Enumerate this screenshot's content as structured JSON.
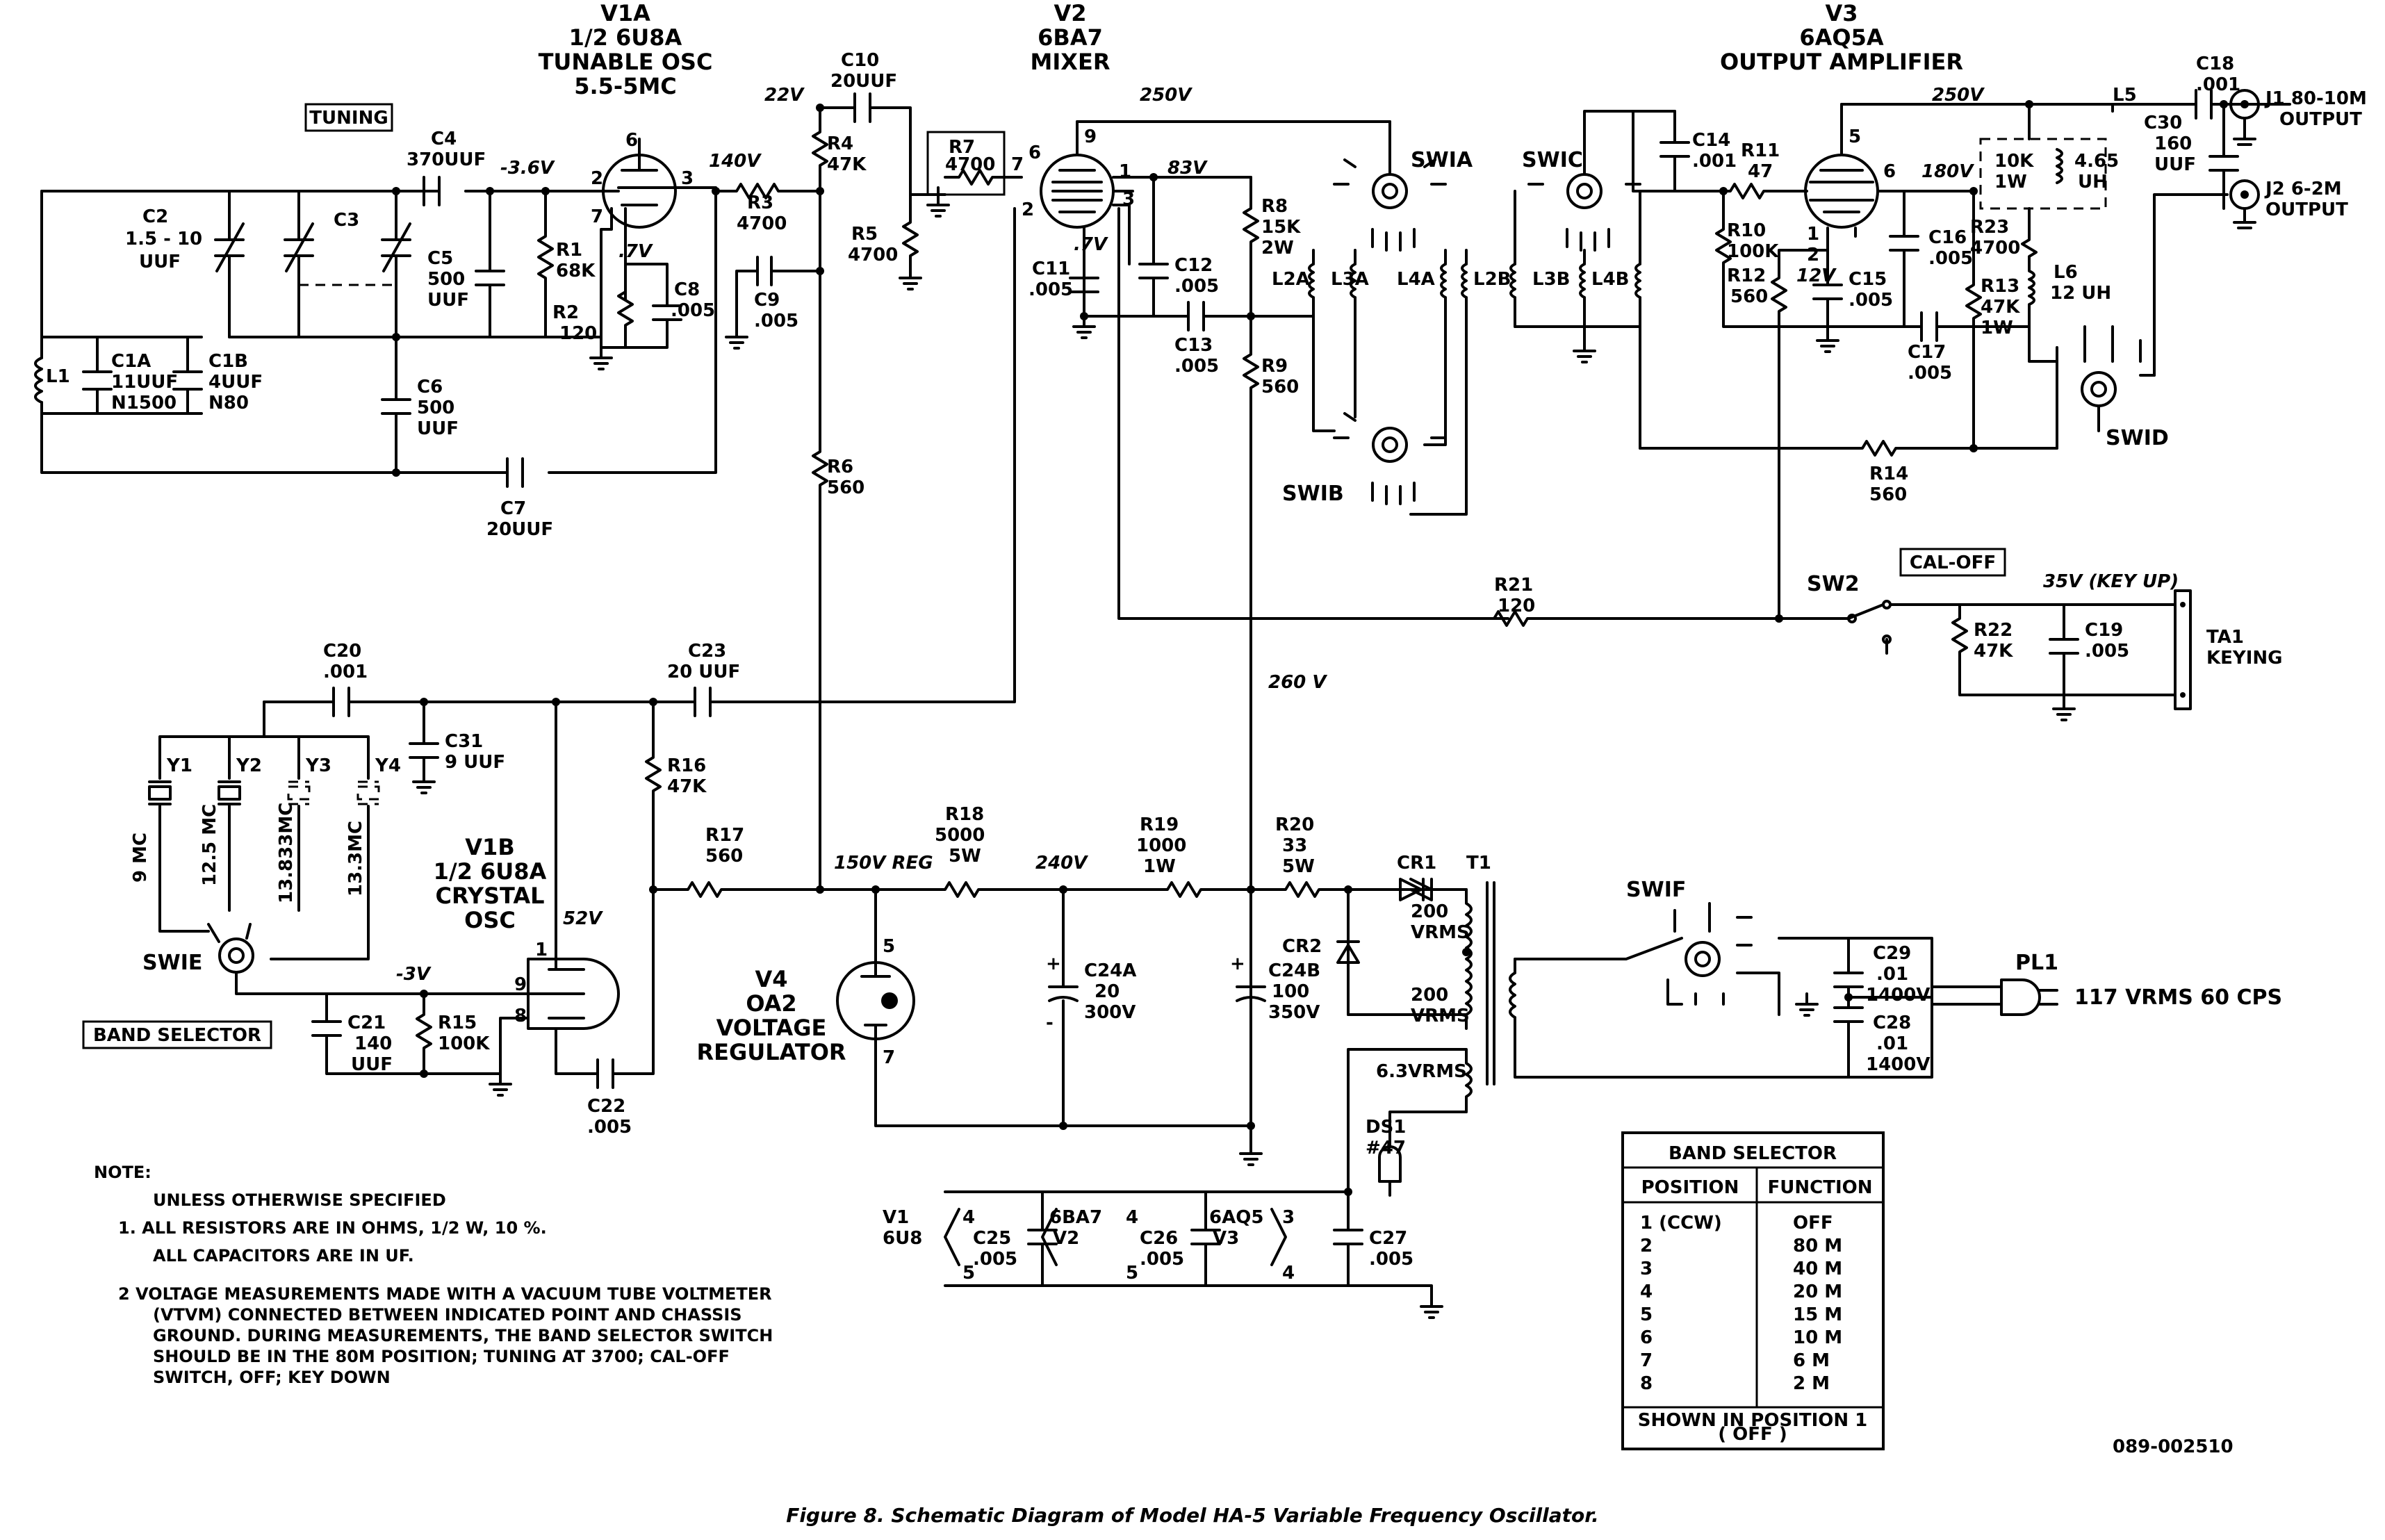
{
  "tubes": {
    "v1a": [
      "V1A",
      "1/2 6U8A",
      "TUNABLE OSC",
      "5.5-5MC"
    ],
    "v2": [
      "V2",
      "6BA7",
      "MIXER"
    ],
    "v3": [
      "V3",
      "6AQ5A",
      "OUTPUT AMPLIFIER"
    ],
    "v1b": [
      "V1B",
      "1/2 6U8A",
      "CRYSTAL",
      "OSC"
    ],
    "v4": [
      "V4",
      "OA2",
      "VOLTAGE",
      "REGULATOR"
    ]
  },
  "boxed_labels": {
    "tuning": "TUNING",
    "band_selector": "BAND SELECTOR",
    "cal_off": "CAL-OFF"
  },
  "components": {
    "c1a": [
      "C1A",
      "11UUF",
      "N1500"
    ],
    "c1b": [
      "C1B",
      "4UUF",
      "N80"
    ],
    "l1": [
      "L1"
    ],
    "c2": [
      "C2",
      "1.5 - 10",
      "UUF"
    ],
    "c3": [
      "C3"
    ],
    "c4": [
      "C4",
      "370UUF"
    ],
    "c5": [
      "C5",
      "500",
      "UUF"
    ],
    "c6": [
      "C6",
      "500",
      "UUF"
    ],
    "c7": [
      "C7",
      "20UUF"
    ],
    "r1": [
      "R1",
      "68K"
    ],
    "r2": [
      "R2",
      "120"
    ],
    "c8": [
      "C8",
      ".005"
    ],
    "r3": [
      "R3",
      "4700"
    ],
    "r4": [
      "R4",
      "47K"
    ],
    "c9": [
      "C9",
      ".005"
    ],
    "c10": [
      "C10",
      "20UUF"
    ],
    "r5": [
      "R5",
      "4700"
    ],
    "r6": [
      "R6",
      "560"
    ],
    "r7": [
      "R7",
      "4700"
    ],
    "c11": [
      "C11",
      ".005"
    ],
    "c12": [
      "C12",
      ".005"
    ],
    "c13": [
      "C13",
      ".005"
    ],
    "r8": [
      "R8",
      "15K",
      "2W"
    ],
    "r9": [
      "R9",
      "560"
    ],
    "l2a": [
      "L2A"
    ],
    "l3a": [
      "L3A"
    ],
    "l4a": [
      "L4A"
    ],
    "l2b": [
      "L2B"
    ],
    "l3b": [
      "L3B"
    ],
    "l4b": [
      "L4B"
    ],
    "c14": [
      "C14",
      ".001"
    ],
    "r11": [
      "R11",
      "47"
    ],
    "r10": [
      "R10",
      "100K"
    ],
    "r12": [
      "R12",
      "560"
    ],
    "c15": [
      "C15",
      ".005"
    ],
    "c16": [
      "C16",
      ".005"
    ],
    "c17": [
      "C17",
      ".005"
    ],
    "r13": [
      "R13",
      "47K",
      "1W"
    ],
    "r23": [
      "R23",
      "4700"
    ],
    "r14": [
      "R14",
      "560"
    ],
    "c18": [
      "C18",
      ".001"
    ],
    "c30": [
      "C30",
      "160",
      "UUF"
    ],
    "l5": [
      "L5"
    ],
    "l5res": [
      "10K",
      "1W"
    ],
    "l5ind": [
      "4.65",
      "UH"
    ],
    "l6": [
      "L6",
      "12 UH"
    ],
    "r21": [
      "R21",
      "120"
    ],
    "r22": [
      "R22",
      "47K"
    ],
    "c19": [
      "C19",
      ".005"
    ],
    "c20": [
      "C20",
      ".001"
    ],
    "c31": [
      "C31",
      "9 UUF"
    ],
    "c23": [
      "C23",
      "20 UUF"
    ],
    "r16": [
      "R16",
      "47K"
    ],
    "r17": [
      "R17",
      "560"
    ],
    "r18": [
      "R18",
      "5000",
      "5W"
    ],
    "r19": [
      "R19",
      "1000",
      "1W"
    ],
    "r20": [
      "R20",
      "33",
      "5W"
    ],
    "c24a": [
      "C24A",
      "20",
      "300V"
    ],
    "c24b": [
      "C24B",
      "100",
      "350V"
    ],
    "cr1": [
      "CR1"
    ],
    "cr2": [
      "CR2"
    ],
    "t1": [
      "T1"
    ],
    "c29": [
      "C29",
      ".01",
      "1400V"
    ],
    "c28": [
      "C28",
      ".01",
      "1400V"
    ],
    "c21": [
      "C21",
      "140",
      "UUF"
    ],
    "r15": [
      "R15",
      "100K"
    ],
    "c22": [
      "C22",
      ".005"
    ],
    "c25": [
      "C25",
      ".005"
    ],
    "c26": [
      "C26",
      ".005"
    ],
    "c27": [
      "C27",
      ".005"
    ],
    "ds1": [
      "DS1",
      "#47"
    ]
  },
  "crystals": {
    "y1": [
      "Y1",
      "9 MC"
    ],
    "y2": [
      "Y2",
      "12.5 MC"
    ],
    "y3": [
      "Y3",
      "13.833MC"
    ],
    "y4": [
      "Y4",
      "13.3MC"
    ]
  },
  "switches": {
    "swia": "SWIA",
    "swib": "SWIB",
    "swic": "SWIC",
    "swid": "SWID",
    "swie": "SWIE",
    "swif": "SWIF",
    "sw2": "SW2"
  },
  "connectors": {
    "j1": [
      "J1 80-10M",
      "OUTPUT"
    ],
    "j2": [
      "J2 6-2M",
      "OUTPUT"
    ],
    "ta1": [
      "TA1",
      "KEYING"
    ],
    "pl1": "PL1",
    "pl1_spec": "117 VRMS 60 CPS"
  },
  "voltages": {
    "v_neg36": "-3.6V",
    "v_140": "140V",
    "v_7a": ".7V",
    "v_22": "22V",
    "v_250a": "250V",
    "v_83": "83V",
    "v_7b": ".7V",
    "v_250b": "250V",
    "v_180": "180V",
    "v_12": "12V",
    "v_35": "35V (KEY UP)",
    "v_260": "260 V",
    "v_52": "52V",
    "v_neg3": "-3V",
    "v_150": "150V REG",
    "v_240": "240V",
    "t1_200a": [
      "200",
      "VRMS"
    ],
    "t1_200b": [
      "200",
      "VRMS"
    ],
    "t1_63": "6.3VRMS"
  },
  "heaters": {
    "v1": [
      "V1",
      "6U8"
    ],
    "v2": [
      "6BA7",
      "V2"
    ],
    "v3": [
      "6AQ5",
      "V3"
    ]
  },
  "table": {
    "title": "BAND SELECTOR",
    "headers": [
      "POSITION",
      "FUNCTION"
    ],
    "rows": [
      [
        "1 (CCW)",
        "OFF"
      ],
      [
        "2",
        "80 M"
      ],
      [
        "3",
        "40 M"
      ],
      [
        "4",
        "20 M"
      ],
      [
        "5",
        "15 M"
      ],
      [
        "6",
        "10 M"
      ],
      [
        "7",
        "6 M"
      ],
      [
        "8",
        "2 M"
      ]
    ],
    "footer": [
      "SHOWN IN POSITION 1",
      "( OFF )"
    ]
  },
  "notes": {
    "heading": "NOTE:",
    "lines": [
      "UNLESS OTHERWISE SPECIFIED",
      "1. ALL RESISTORS ARE IN OHMS, 1/2 W, 10 %.",
      "ALL CAPACITORS ARE IN UF.",
      "2   VOLTAGE MEASUREMENTS MADE WITH A VACUUM TUBE VOLTMETER",
      "(VTVM) CONNECTED BETWEEN INDICATED POINT AND CHASSIS",
      "GROUND. DURING MEASUREMENTS, THE BAND SELECTOR SWITCH",
      "SHOULD BE IN THE 80M POSITION; TUNING AT 3700; CAL-OFF",
      "SWITCH, OFF; KEY DOWN"
    ]
  },
  "drawing_number": "089-002510",
  "caption": "Figure 8.  Schematic Diagram of Model HA-5 Variable Frequency Oscillator."
}
